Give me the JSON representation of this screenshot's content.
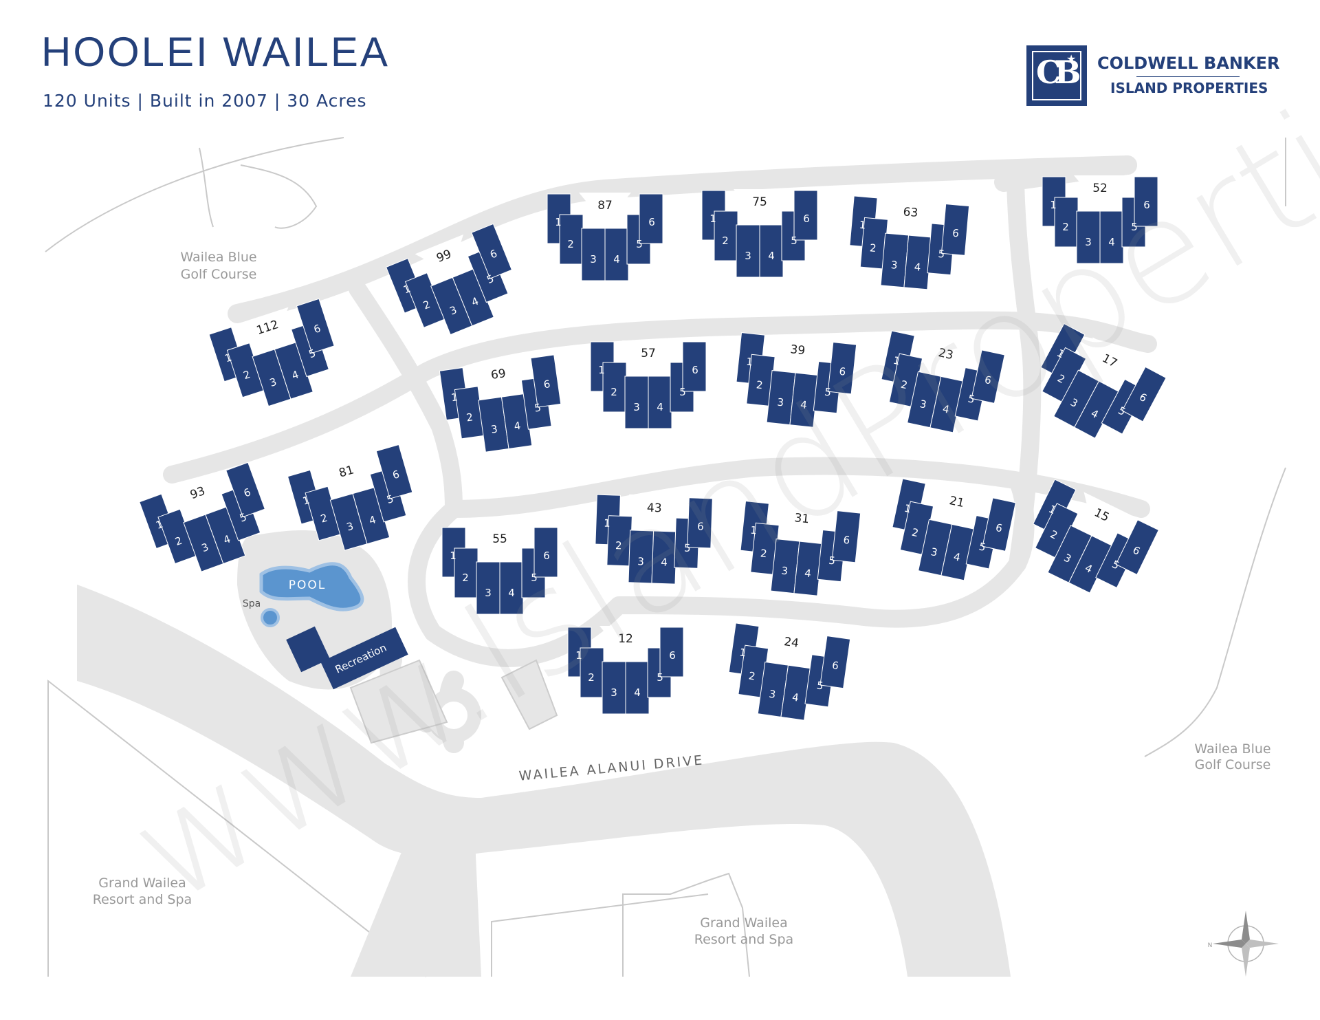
{
  "header": {
    "title": "HOOLEI WAILEA",
    "subtitle": "120 Units | Built in 2007 | 30 Acres"
  },
  "logo": {
    "letters": "CB",
    "line1": "COLDWELL BANKER",
    "line2": "ISLAND PROPERTIES"
  },
  "watermark": "www.IslandProperties.com",
  "places": {
    "golf_left_1": "Wailea Blue",
    "golf_left_2": "Golf Course",
    "golf_right_1": "Wailea Blue",
    "golf_right_2": "Golf Course",
    "resort_left_1": "Grand Wailea",
    "resort_left_2": "Resort and Spa",
    "resort_center_1": "Grand Wailea",
    "resort_center_2": "Resort and Spa",
    "drive": "WAILEA ALANUI DRIVE",
    "pool": "POOL",
    "spa": "Spa",
    "recreation": "Recreation",
    "compass_n": "N"
  },
  "colors": {
    "building": "#24407a",
    "road": "#e6e6e6",
    "pool": "#5b95cf",
    "pool_deck": "#e6e6e6",
    "label": "#999999"
  },
  "buildings": [
    {
      "id": "87",
      "units": [
        "1",
        "2",
        "3",
        "4",
        "5",
        "6"
      ]
    },
    {
      "id": "75",
      "units": [
        "1",
        "2",
        "3",
        "4",
        "5",
        "6"
      ]
    },
    {
      "id": "63",
      "units": [
        "1",
        "2",
        "3",
        "4",
        "5",
        "6"
      ]
    },
    {
      "id": "52",
      "units": [
        "1",
        "2",
        "3",
        "4",
        "5",
        "6"
      ]
    },
    {
      "id": "99",
      "units": [
        "1",
        "2",
        "3",
        "4",
        "5",
        "6"
      ]
    },
    {
      "id": "112",
      "units": [
        "1",
        "2",
        "3",
        "4",
        "5",
        "6"
      ]
    },
    {
      "id": "69",
      "units": [
        "1",
        "2",
        "3",
        "4",
        "5",
        "6"
      ]
    },
    {
      "id": "57",
      "units": [
        "1",
        "2",
        "3",
        "4",
        "5",
        "6"
      ]
    },
    {
      "id": "39",
      "units": [
        "1",
        "2",
        "3",
        "4",
        "5",
        "6"
      ]
    },
    {
      "id": "23",
      "units": [
        "1",
        "2",
        "3",
        "4",
        "5",
        "6"
      ]
    },
    {
      "id": "17",
      "units": [
        "1",
        "2",
        "3",
        "4",
        "5",
        "6"
      ]
    },
    {
      "id": "93",
      "units": [
        "1",
        "2",
        "3",
        "4",
        "5",
        "6"
      ]
    },
    {
      "id": "81",
      "units": [
        "1",
        "2",
        "3",
        "4",
        "5",
        "6"
      ]
    },
    {
      "id": "55",
      "units": [
        "1",
        "2",
        "3",
        "4",
        "5",
        "6"
      ]
    },
    {
      "id": "43",
      "units": [
        "1",
        "2",
        "3",
        "4",
        "5",
        "6"
      ]
    },
    {
      "id": "31",
      "units": [
        "1",
        "2",
        "3",
        "4",
        "5",
        "6"
      ]
    },
    {
      "id": "21",
      "units": [
        "1",
        "2",
        "3",
        "4",
        "5",
        "6"
      ]
    },
    {
      "id": "15",
      "units": [
        "1",
        "2",
        "3",
        "4",
        "5",
        "6"
      ]
    },
    {
      "id": "12",
      "units": [
        "1",
        "2",
        "3",
        "4",
        "5",
        "6"
      ]
    },
    {
      "id": "24",
      "units": [
        "1",
        "2",
        "3",
        "4",
        "5",
        "6"
      ]
    }
  ]
}
